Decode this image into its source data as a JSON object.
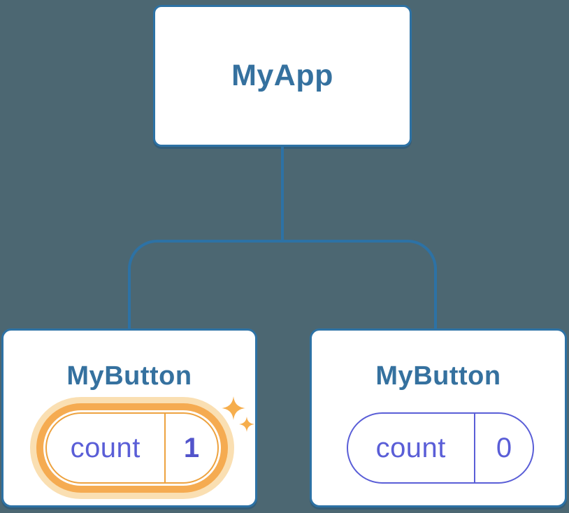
{
  "diagram": {
    "description": "React component tree showing isolated state",
    "background_color": "#4c6772",
    "line_color": "#2d72a5",
    "node_border_color": "#2d72a5",
    "node_background_color": "#ffffff",
    "node_title_color": "#35719f",
    "state_color": "#5a5ed7",
    "highlight_border_color": "#eda23f",
    "highlight_ring_color": "#f5ab51",
    "highlight_halo_color": "#fadfb2",
    "sparkle_color": "#f6ae4d"
  },
  "tree": {
    "root": {
      "label": "MyApp"
    },
    "children": [
      {
        "label": "MyButton",
        "state": {
          "key": "count",
          "value": "1"
        },
        "highlighted": true
      },
      {
        "label": "MyButton",
        "state": {
          "key": "count",
          "value": "0"
        },
        "highlighted": false
      }
    ]
  }
}
